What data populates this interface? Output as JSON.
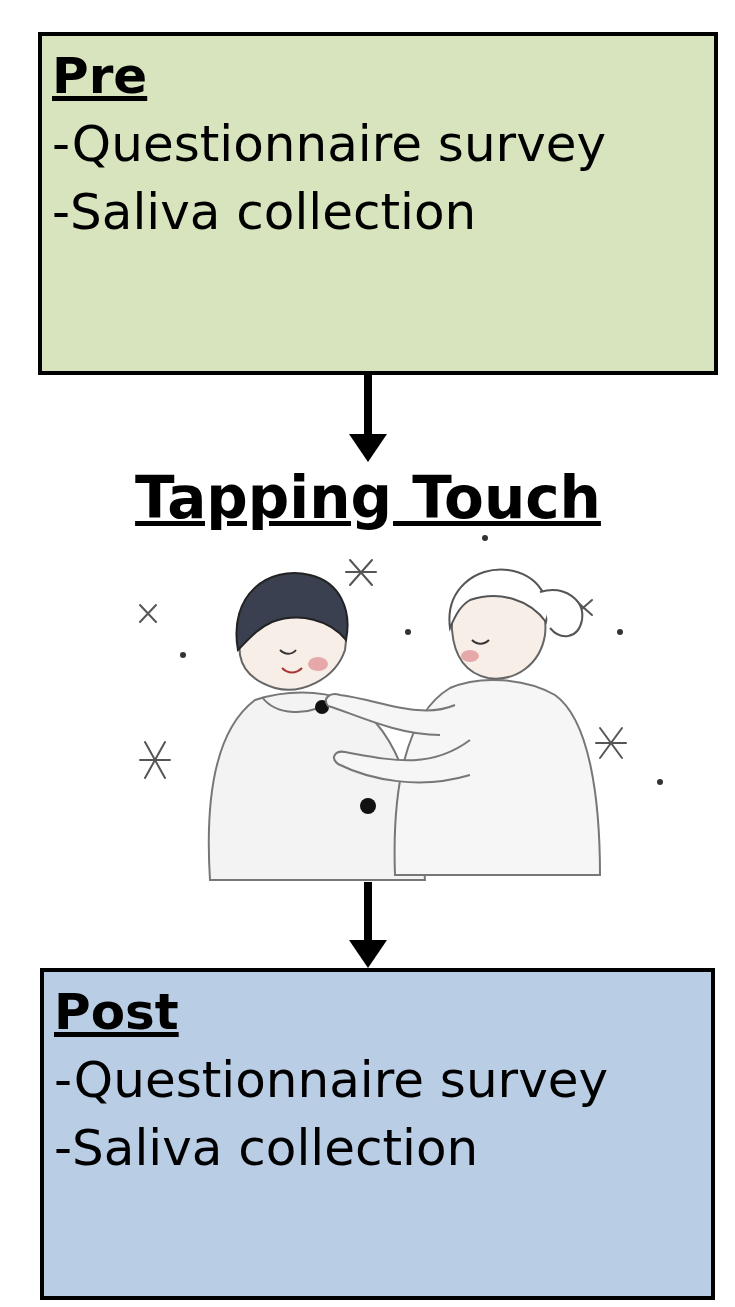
{
  "diagram": {
    "nodes": [
      {
        "text": [
          "Pre",
          "-Questionnaire survey",
          "-Saliva collection"
        ]
      },
      {
        "text": [
          "Tapping Touch"
        ]
      },
      {
        "text": [
          "Post",
          "-Questionnaire survey",
          "-Saliva collection"
        ]
      }
    ],
    "edges": [
      {
        "from": 0,
        "to": 1,
        "arrow": "to"
      },
      {
        "from": 1,
        "to": 2,
        "arrow": "to"
      }
    ]
  }
}
